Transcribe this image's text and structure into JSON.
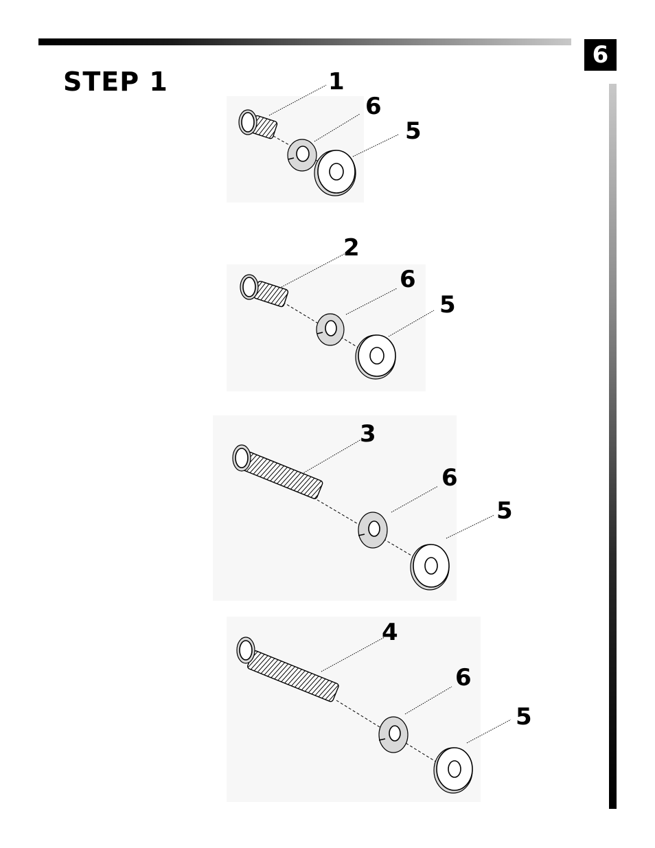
{
  "page": {
    "number": "6"
  },
  "step": {
    "title": "STEP 1"
  },
  "assemblies": [
    {
      "bolt_label": "1",
      "lock_washer_label": "6",
      "flat_washer_label": "5"
    },
    {
      "bolt_label": "2",
      "lock_washer_label": "6",
      "flat_washer_label": "5"
    },
    {
      "bolt_label": "3",
      "lock_washer_label": "6",
      "flat_washer_label": "5"
    },
    {
      "bolt_label": "4",
      "lock_washer_label": "6",
      "flat_washer_label": "5"
    }
  ]
}
